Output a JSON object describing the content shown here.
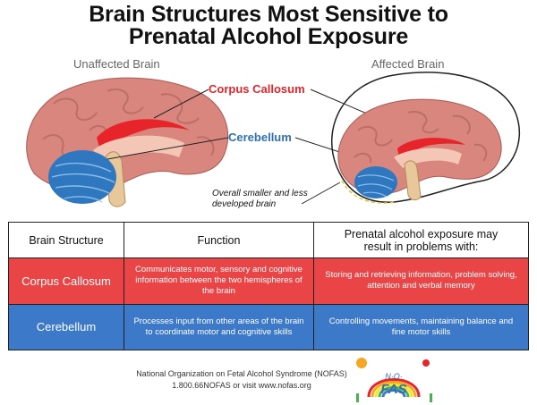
{
  "title_line1": "Brain Structures Most Sensitive to",
  "title_line2": "Prenatal Alcohol Exposure",
  "captions": {
    "left": "Unaffected Brain",
    "right": "Affected Brain"
  },
  "labels": {
    "corpus_callosum": "Corpus Callosum",
    "cerebellum": "Cerebellum",
    "note": "Overall smaller and less developed brain"
  },
  "table": {
    "headers": [
      "Brain Structure",
      "Function",
      "Prenatal alcohol exposure may result in problems with:"
    ],
    "rows": [
      {
        "structure": "Corpus Callosum",
        "function": "Communicates motor, sensory and cognitive information between the two hemispheres of the brain",
        "problems": "Storing and retrieving information, problem solving, attention and verbal memory"
      },
      {
        "structure": "Cerebellum",
        "function": "Processes input from other areas of the brain to coordinate motor and cognitive skills",
        "problems": "Controlling movements, maintaining balance and fine motor skills"
      }
    ]
  },
  "footer": {
    "line1": "National Organization on Fetal Alcohol Syndrome (NOFAS)",
    "line2": "1.800.66NOFAS or visit www.nofas.org"
  },
  "logo": {
    "text_top": "N·O·",
    "text_main": "FAS"
  },
  "colors": {
    "red": "#e94446",
    "blue": "#3d79c9",
    "brain_pink": "#d9867e",
    "cerebellum_blue": "#2f78c0"
  }
}
